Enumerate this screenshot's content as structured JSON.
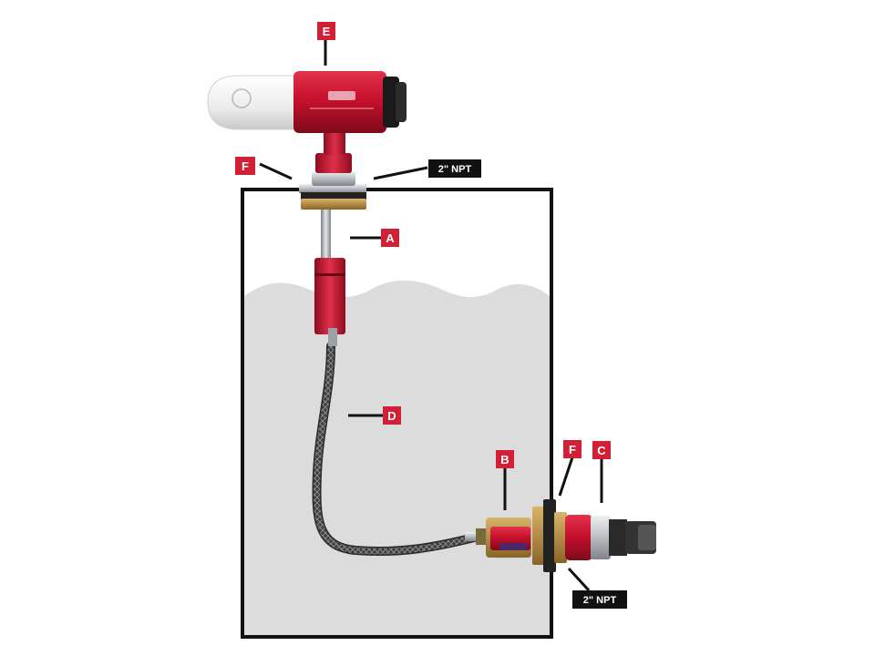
{
  "labels": {
    "e": "E",
    "f_top": "F",
    "npt_top": "2\" NPT",
    "a": "A",
    "d": "D",
    "b": "B",
    "f_right": "F",
    "c": "C",
    "npt_bottom": "2\" NPT"
  },
  "colors": {
    "red": "#c8102e",
    "red_dark": "#8e0c1f",
    "label_bg": "#d11f35",
    "callout_bg": "#111111",
    "tank_outline": "#111111",
    "liquid": "#dcdcdc",
    "hose": "#4a4a4a",
    "brass": "#b58b3c",
    "silver": "#bfc3c8",
    "filter_white": "#f1f1f1"
  }
}
